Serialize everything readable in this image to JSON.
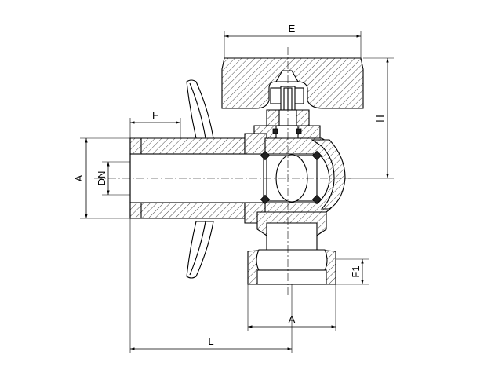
{
  "labels": {
    "E": "E",
    "H": "H",
    "F": "F",
    "A_left": "A",
    "DN": "DN",
    "F1": "F1",
    "A_bottom": "A",
    "L": "L"
  }
}
